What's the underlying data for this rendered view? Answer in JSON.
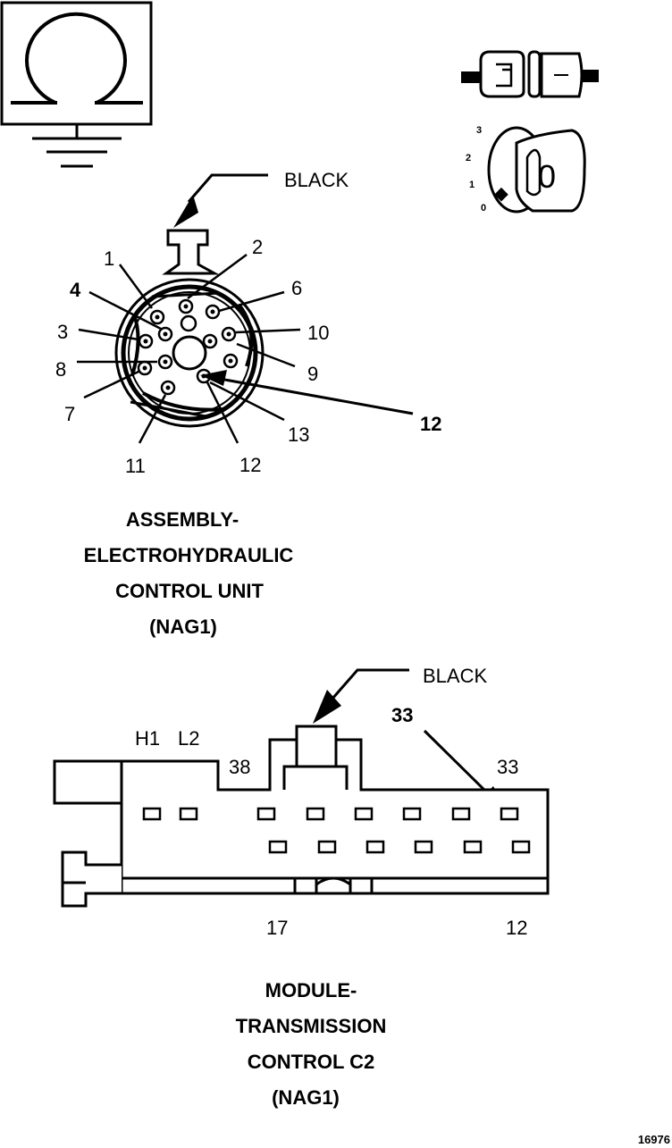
{
  "ground_symbol": {
    "icon": "omega-ground-icon"
  },
  "key_symbol": {
    "icon": "ignition-key-icon",
    "positions": [
      "3",
      "2",
      "1",
      "0"
    ],
    "key_label": "0"
  },
  "ecu_connector": {
    "color_label": "BLACK",
    "pin_labels": [
      "1",
      "2",
      "4",
      "6",
      "3",
      "10",
      "8",
      "9",
      "7",
      "13",
      "12",
      "11",
      "12"
    ],
    "title_lines": [
      "ASSEMBLY-",
      "ELECTROHYDRAULIC",
      "CONTROL UNIT",
      "(NAG1)"
    ]
  },
  "tcm_connector": {
    "color_label": "BLACK",
    "top_labels": [
      "H1",
      "L2",
      "38",
      "33",
      "33"
    ],
    "bottom_labels": [
      "17",
      "12"
    ],
    "title_lines": [
      "MODULE-",
      "TRANSMISSION",
      "CONTROL C2",
      "(NAG1)"
    ]
  },
  "figure_number": "16976"
}
